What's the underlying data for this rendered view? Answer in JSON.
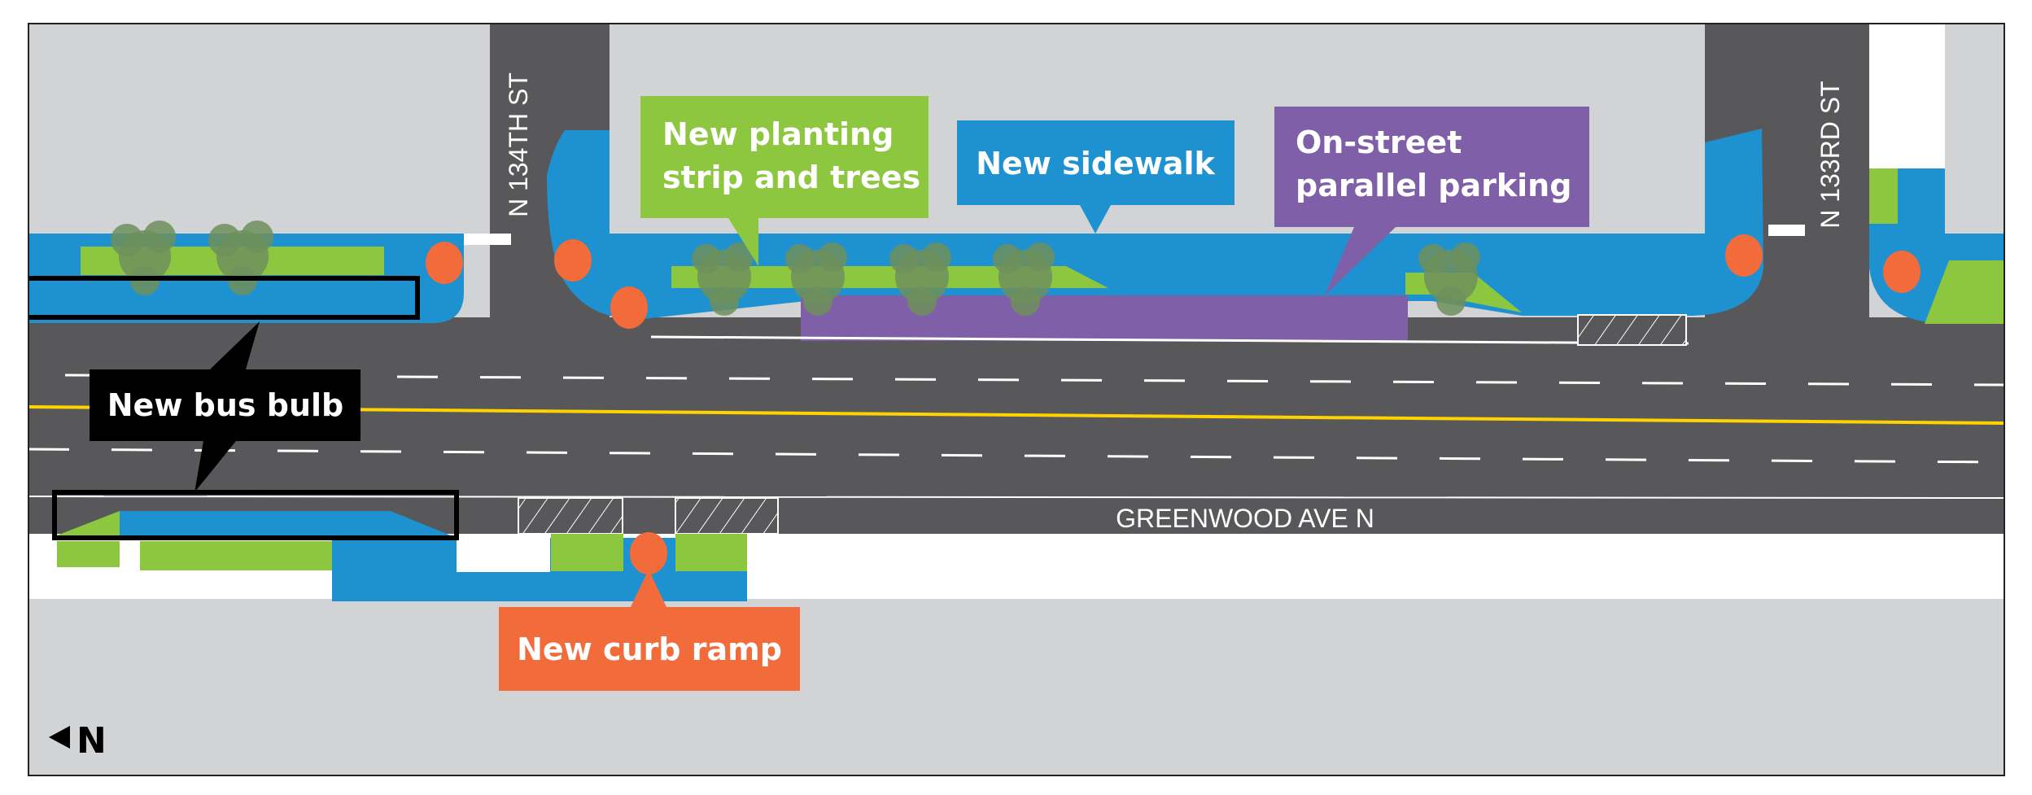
{
  "title": "Greenwood Ave N improvements between N 134th St and N 133rd St",
  "streets": {
    "main": "GREENWOOD AVE N",
    "cross_north": "N 134TH ST",
    "cross_south": "N 133RD ST"
  },
  "callouts": {
    "planting": {
      "line1": "New planting",
      "line2": "strip and trees"
    },
    "sidewalk": {
      "label": "New sidewalk"
    },
    "parking": {
      "line1": "On-street",
      "line2": "parallel parking"
    },
    "bus_bulb": {
      "label": "New bus bulb"
    },
    "curb_ramp": {
      "label": "New curb ramp"
    }
  },
  "north_arrow": {
    "label": "N",
    "icon": "left-triangle-arrow"
  },
  "colors": {
    "sidewalk": "#1e91d0",
    "planting": "#8dc63f",
    "parking": "#7f5fa8",
    "curb_ramp": "#f26b3a",
    "road": "#58585a",
    "ground": "#d1d3d4",
    "centerline": "#ffd200"
  }
}
